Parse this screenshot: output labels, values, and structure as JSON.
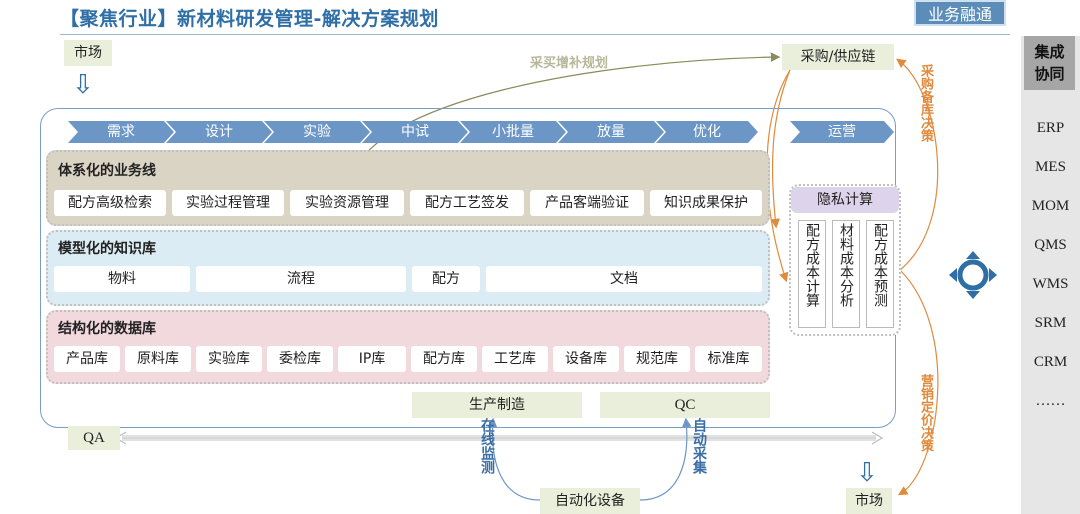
{
  "header": {
    "title": "【聚焦行业】新材料研发管理-解决方案规划",
    "badge": "业务融通"
  },
  "market_top": "市场",
  "market_bottom": "市场",
  "procurement": "采购/供应链",
  "procurement_arrow_label": "采买增补规划",
  "right_label_top": "采购备库决策",
  "right_label_bottom": "营销定价决策",
  "stages": [
    "需求",
    "设计",
    "实验",
    "中试",
    "小批量",
    "放量",
    "优化"
  ],
  "operations": "运营",
  "business_line": {
    "title": "体系化的业务线",
    "items": [
      "配方高级检索",
      "实验过程管理",
      "实验资源管理",
      "配方工艺签发",
      "产品客端验证",
      "知识成果保护"
    ]
  },
  "knowledge": {
    "title": "模型化的知识库",
    "items": [
      "物料",
      "流程",
      "配方",
      "文档"
    ]
  },
  "database": {
    "title": "结构化的数据库",
    "items": [
      "产品库",
      "原料库",
      "实验库",
      "委检库",
      "IP库",
      "配方库",
      "工艺库",
      "设备库",
      "规范库",
      "标准库"
    ]
  },
  "privacy": {
    "title": "隐私计算",
    "columns": [
      "配方成本计算",
      "材料成本分析",
      "配方成本预测"
    ]
  },
  "production": "生产制造",
  "qc": "QC",
  "qa": "QA",
  "online_monitor": "在线监测",
  "auto_collect": "自动采集",
  "auto_equipment": "自动化设备",
  "sidebar": {
    "title_line1": "集成",
    "title_line2": "协同",
    "items": [
      "ERP",
      "MES",
      "MOM",
      "QMS",
      "WMS",
      "SRM",
      "CRM",
      "……"
    ]
  },
  "colors": {
    "accent": "#2f6fa6",
    "chevron": "#6c96c6",
    "orange": "#e08a3c",
    "olive": "#8a8a5a"
  }
}
